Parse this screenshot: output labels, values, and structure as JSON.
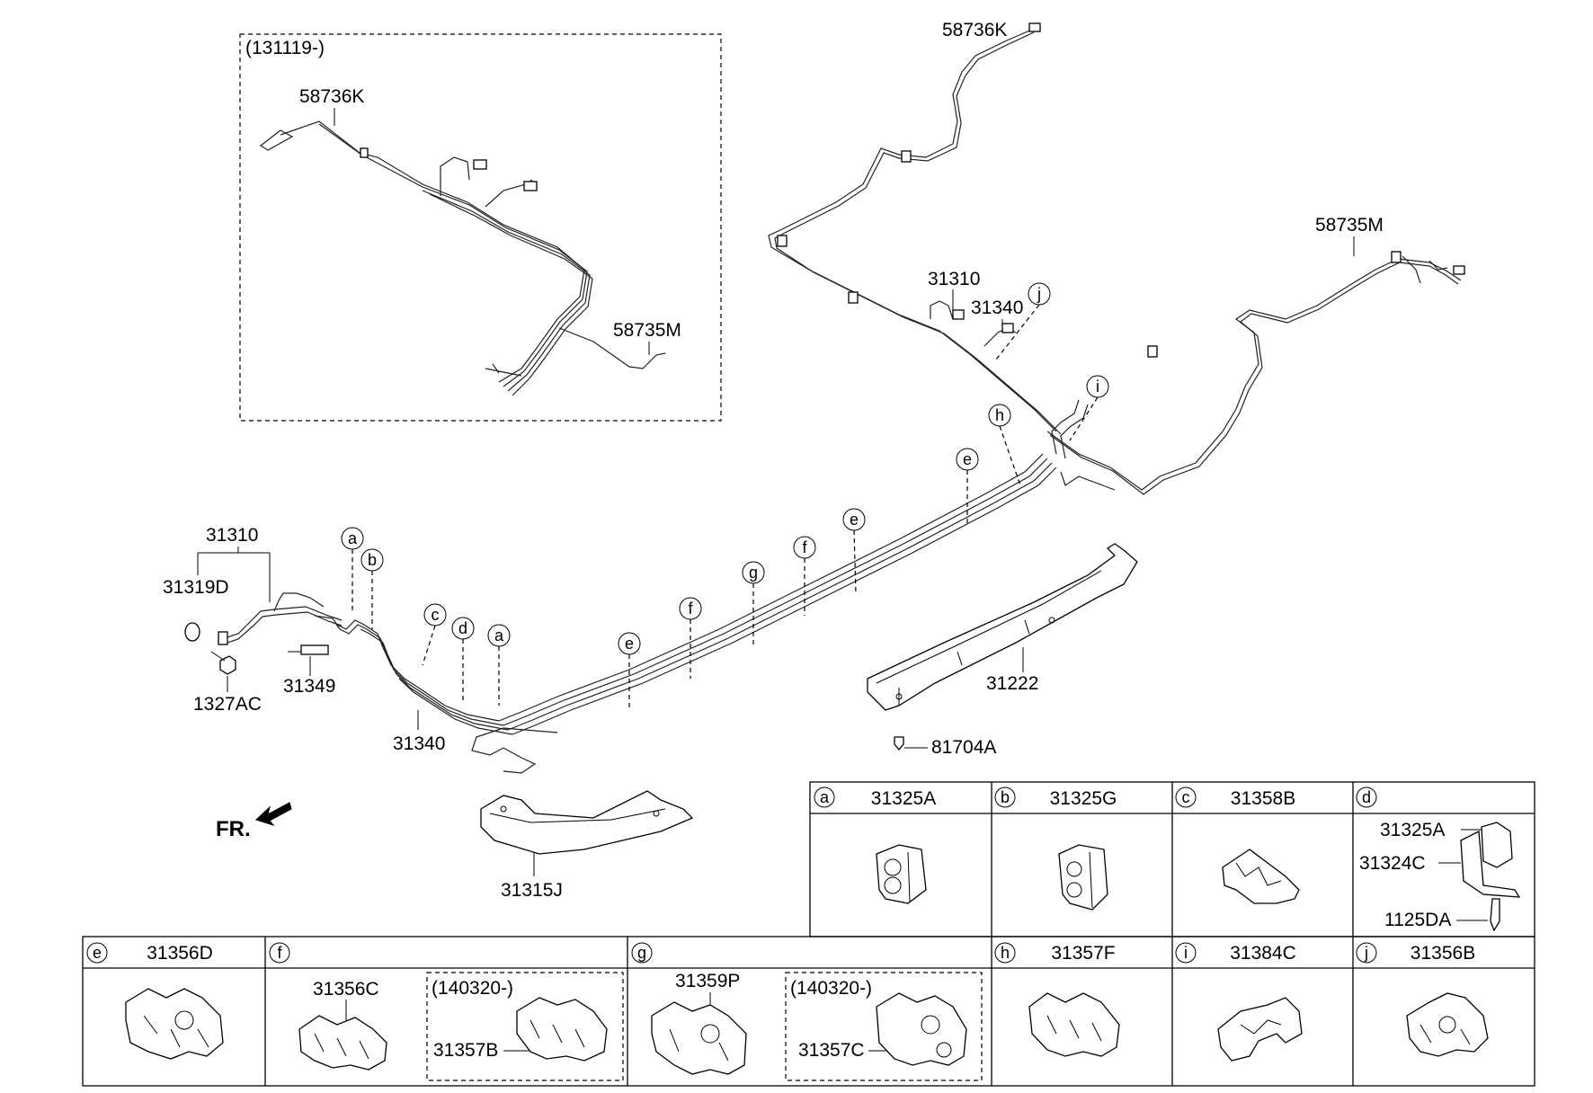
{
  "inset": {
    "date": "(131119-)",
    "labels": {
      "tl": "58736K",
      "tr": "58735M"
    }
  },
  "main_labels": {
    "58736K": "58736K",
    "58735M": "58735M",
    "31310_rear": "31310",
    "31340_rear": "31340",
    "31310_front": "31310",
    "31319D": "31319D",
    "1327AC": "1327AC",
    "31349": "31349",
    "31340_front": "31340",
    "31315J": "31315J",
    "31222": "31222",
    "81704A": "81704A",
    "fr": "FR."
  },
  "callouts": [
    "a",
    "b",
    "c",
    "d",
    "a",
    "e",
    "f",
    "g",
    "f",
    "e",
    "e",
    "h",
    "j",
    "i"
  ],
  "table": {
    "row1": [
      {
        "letter": "a",
        "part": "31325A"
      },
      {
        "letter": "b",
        "part": "31325G"
      },
      {
        "letter": "c",
        "part": "31358B"
      },
      {
        "letter": "d",
        "part": "",
        "subparts": [
          "31325A",
          "31324C",
          "1125DA"
        ]
      }
    ],
    "row2": [
      {
        "letter": "e",
        "part": "31356D"
      },
      {
        "letter": "f",
        "part": "",
        "left_part": "31356C",
        "box_date": "(140320-)",
        "box_part": "31357B"
      },
      {
        "letter": "g",
        "part": "",
        "left_part": "31359P",
        "box_date": "(140320-)",
        "box_part": "31357C"
      },
      {
        "letter": "h",
        "part": "31357F"
      },
      {
        "letter": "i",
        "part": "31384C"
      },
      {
        "letter": "j",
        "part": "31356B"
      }
    ]
  }
}
